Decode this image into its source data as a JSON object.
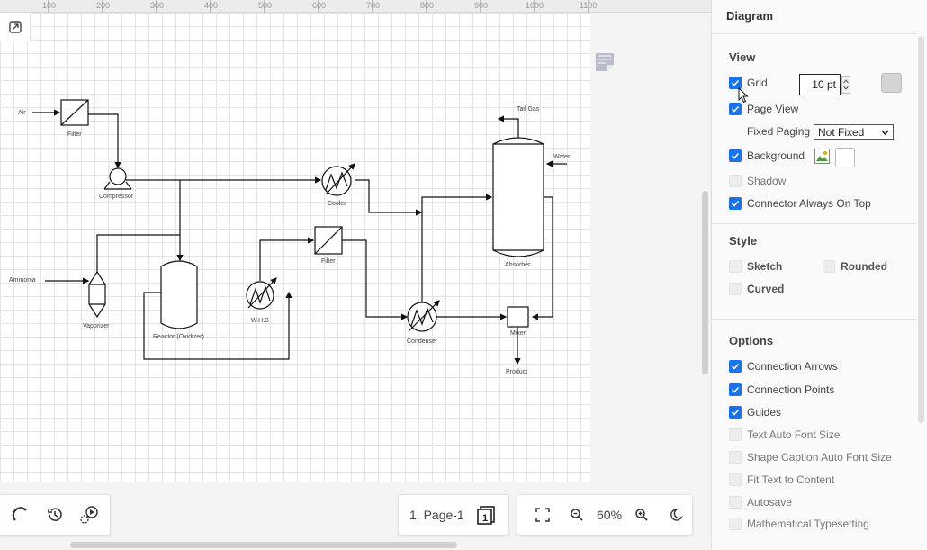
{
  "ruler": {
    "labels": [
      "100",
      "200",
      "300",
      "400",
      "500",
      "600",
      "700",
      "800",
      "900",
      "1000",
      "1100"
    ]
  },
  "diagram": {
    "labels": {
      "air": "Air",
      "filter1": "Filter",
      "compressor": "Compressor",
      "ammonia": "Ammonia",
      "vaporizer": "Vaporizer",
      "reactor": "Reactor (Oxidizer)",
      "whb": "W.H.B",
      "filter2": "Filter",
      "cooler": "Cooler",
      "condenser": "Condenser",
      "tail_gas": "Tail Gas",
      "water": "Water",
      "absorber": "Absorber",
      "mixer": "Mixer",
      "product": "Product"
    }
  },
  "toolbar": {
    "left": {
      "undo_icon": "undo-icon",
      "history_icon": "history-icon",
      "plugins_icon": "plugins-icon"
    },
    "page": {
      "label": "1. Page-1",
      "count": "1"
    },
    "zoom": {
      "level": "60%"
    }
  },
  "panel": {
    "title": "Diagram",
    "view": {
      "title": "View",
      "grid_label": "Grid",
      "grid_size": "10 pt",
      "page_view_label": "Page View",
      "fixed_paging_label": "Fixed Paging",
      "fixed_paging_value": "Not Fixed",
      "background_label": "Background",
      "shadow_label": "Shadow",
      "connector_top_label": "Connector Always On Top"
    },
    "style": {
      "title": "Style",
      "sketch_label": "Sketch",
      "rounded_label": "Rounded",
      "curved_label": "Curved"
    },
    "options": {
      "title": "Options",
      "connection_arrows": "Connection Arrows",
      "connection_points": "Connection Points",
      "guides": "Guides",
      "text_auto_font": "Text Auto Font Size",
      "shape_caption_font": "Shape Caption Auto Font Size",
      "fit_text": "Fit Text to Content",
      "autosave": "Autosave",
      "math_typesetting": "Mathematical Typesetting"
    }
  },
  "colors": {
    "accent": "#1a73e8",
    "grid_line": "#e4e4e4",
    "grid_color_swatch": "#d4d4d4"
  }
}
